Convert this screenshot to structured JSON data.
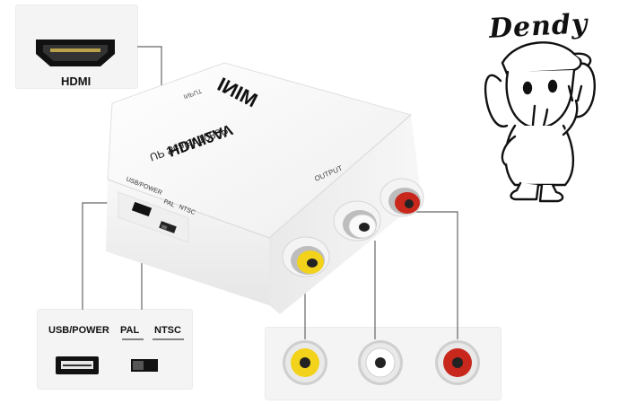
{
  "hdmi_callout": {
    "label": "HDMI"
  },
  "bottom_left_callout": {
    "usb_power_label": "USB/POWER",
    "pal_label": "PAL",
    "ntsc_label": "NTSC"
  },
  "device": {
    "top_brand": "MINI",
    "model": "HDMI2AV",
    "subtitle": "UP Scaler 1080P",
    "input_side_text": "INPUT",
    "output_label": "OUTPUT",
    "usb_power_side": "USB/POWER",
    "pal_side": "PAL",
    "ntsc_side": "NTSC",
    "body_color": "#f6f6f6",
    "jack_colors": [
      "#f2d21b",
      "#ffffff",
      "#c8281c"
    ]
  },
  "logo": {
    "text": "Dendy"
  }
}
